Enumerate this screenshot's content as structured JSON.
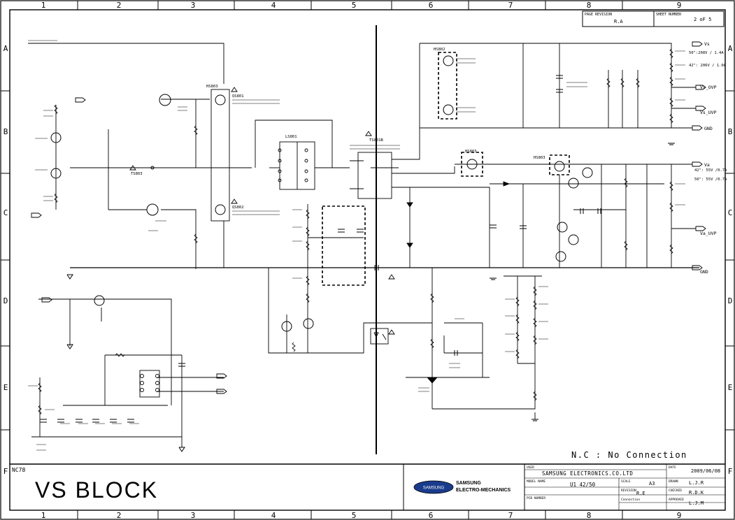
{
  "border": {
    "columns": [
      "1",
      "2",
      "3",
      "4",
      "5",
      "6",
      "7",
      "8",
      "9"
    ],
    "rows": [
      "A",
      "B",
      "C",
      "D",
      "E",
      "F"
    ]
  },
  "revision_box": {
    "page_revision_label": "PAGE REVISION",
    "page_revision_value": "R.A",
    "sheet_number_label": "SHEET NUMBER",
    "sheet_number_value": "2 oF 5"
  },
  "right_labels": {
    "vs": "Vs",
    "vs_spec": [
      "50\":208V  / 1.4A",
      "42\": 206V  / 1.0A"
    ],
    "vs_ovp": "Vs_OVP",
    "vs_uvp": "Vs_UVP",
    "gnd": "GND",
    "va": "Va",
    "va_spec": [
      "42\": 55V  /0.7A",
      "50\": 55V  /0.7A"
    ],
    "va_uvp": "Va_UVP",
    "gnd2": "GND"
  },
  "component_labels": {
    "hs803": "HS803",
    "hs802": "HS802",
    "hs803b": "HS803",
    "hs803c": "HS803",
    "ls801": "LS801",
    "ts801": "TS801B",
    "ts803": "TS803",
    "qs801": "QS801",
    "qs802": "QS802"
  },
  "note": "N.C : No Connection",
  "title_block": {
    "nc": "NC78",
    "title": "VS  BLOCK",
    "logo_text": "SAMSUNG",
    "company_line1": "SAMSUNG",
    "company_line2": "ELECTRO-MECHANICS",
    "user_label": "USER",
    "user_value": "SAMSUNG ELECTRONICS.CO.LTD",
    "model_label": "MODEL NAME",
    "model_value": "U1 42/50",
    "pcb_label": "PCB NUMBER",
    "scale_label": "SCALE",
    "scale_value": "A3",
    "revision_label": "REVISION",
    "revision_value": "R.E",
    "connection_label": "Connection",
    "date_label": "DATE",
    "date_value": "2009/06/08",
    "drawn_label": "DRAWN",
    "drawn_value": "L.J.R",
    "checked_label": "CHECKED",
    "checked_value": "R.D.K",
    "approved_label": "APPROVED",
    "approved_value": "L.J.M"
  }
}
